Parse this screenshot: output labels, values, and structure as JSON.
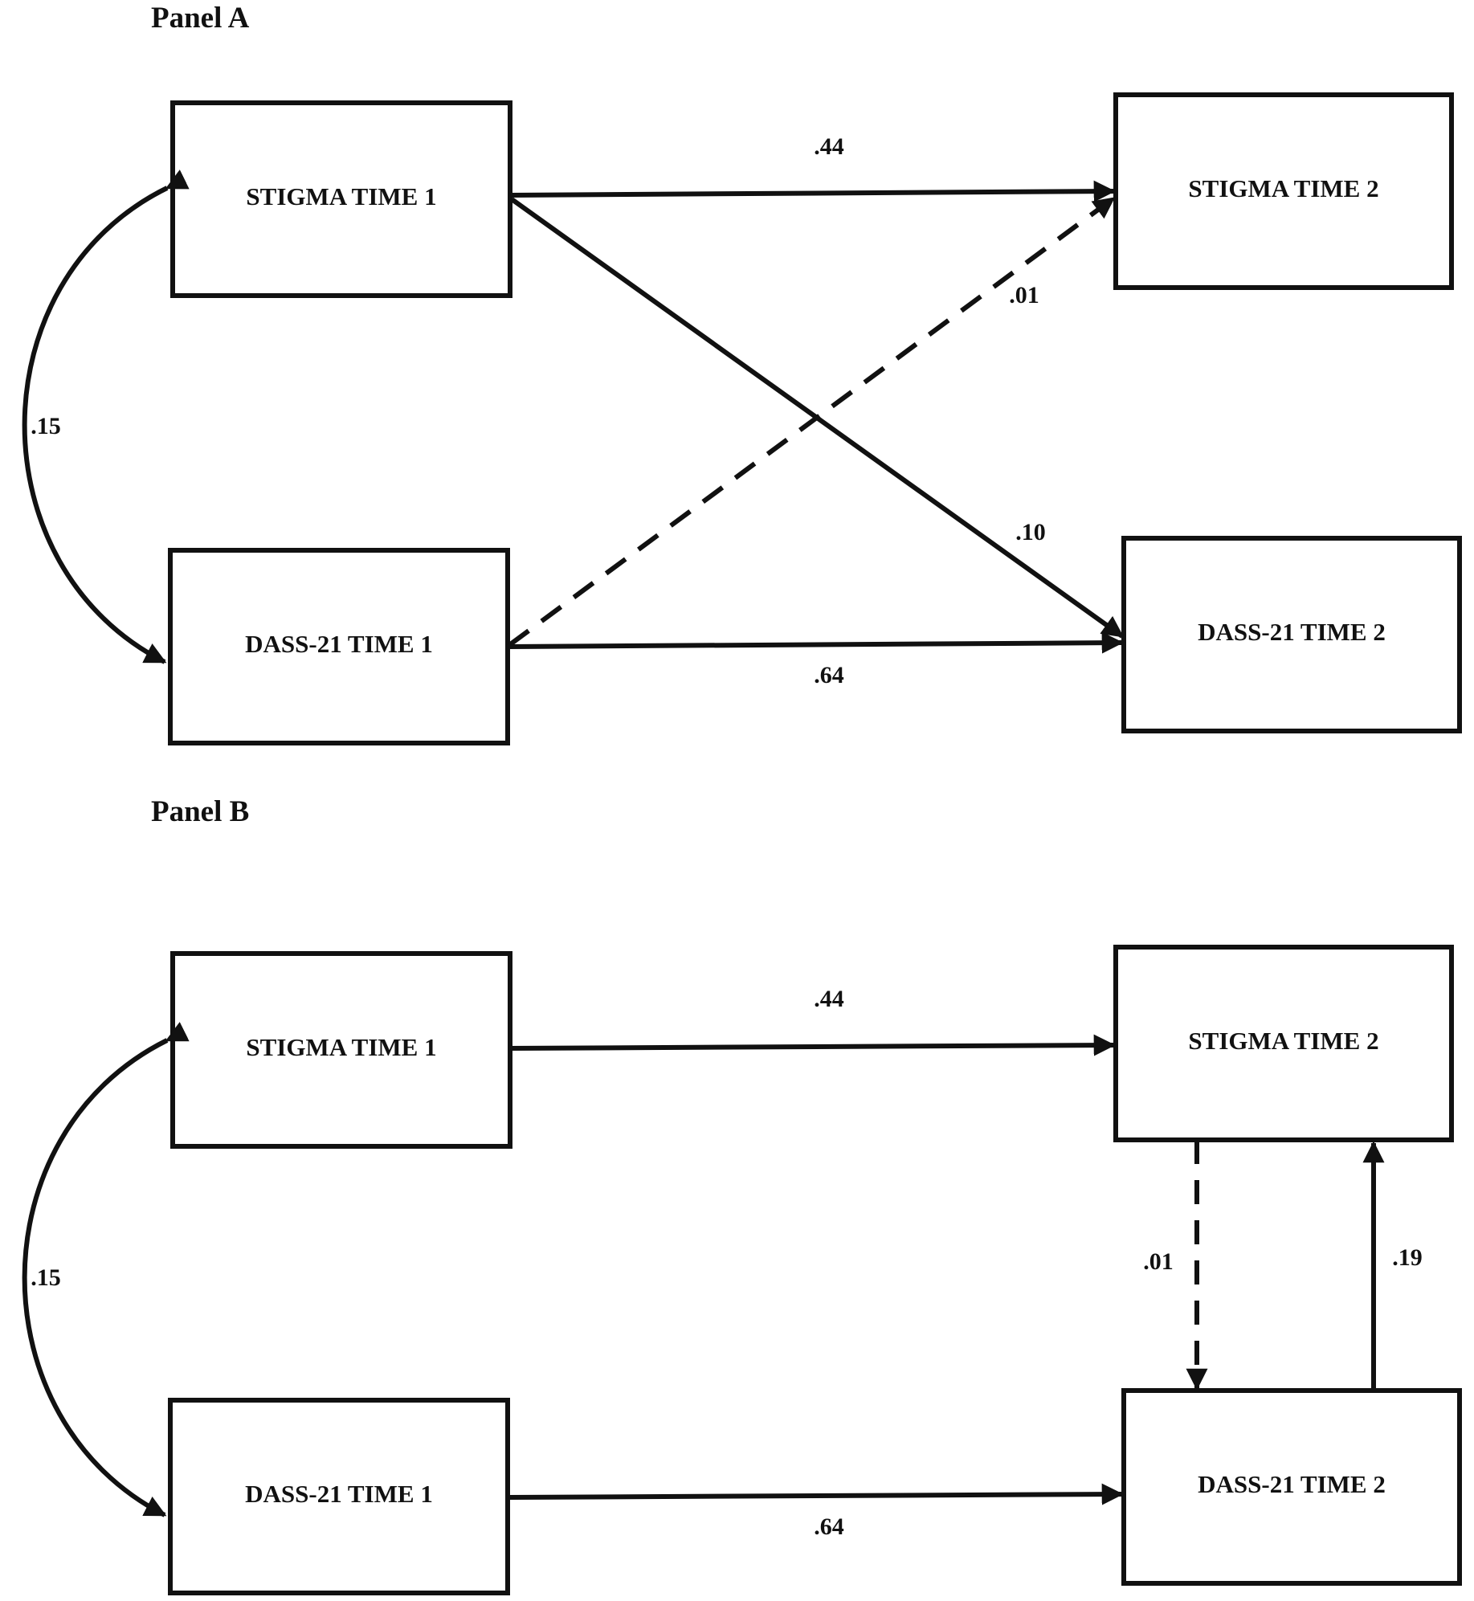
{
  "panels": {
    "a": {
      "title": "Panel A",
      "nodes": {
        "stigma_t1": "STIGMA TIME 1",
        "dass_t1": "DASS-21 TIME 1",
        "stigma_t2": "STIGMA TIME 2",
        "dass_t2": "DASS-21 TIME 2"
      },
      "paths": {
        "stigma_t1_to_stigma_t2": ".44",
        "dass_t1_to_stigma_t2": ".01",
        "stigma_t1_to_dass_t2": ".10",
        "dass_t1_to_dass_t2": ".64",
        "covariance_t1": ".15"
      }
    },
    "b": {
      "title": "Panel B",
      "nodes": {
        "stigma_t1": "STIGMA TIME 1",
        "dass_t1": "DASS-21 TIME 1",
        "stigma_t2": "STIGMA TIME 2",
        "dass_t2": "DASS-21 TIME 2"
      },
      "paths": {
        "stigma_t1_to_stigma_t2": ".44",
        "dass_t1_to_dass_t2": ".64",
        "stigma_t2_to_dass_t2": ".01",
        "dass_t2_to_stigma_t2": ".19",
        "covariance_t1": ".15"
      }
    }
  }
}
